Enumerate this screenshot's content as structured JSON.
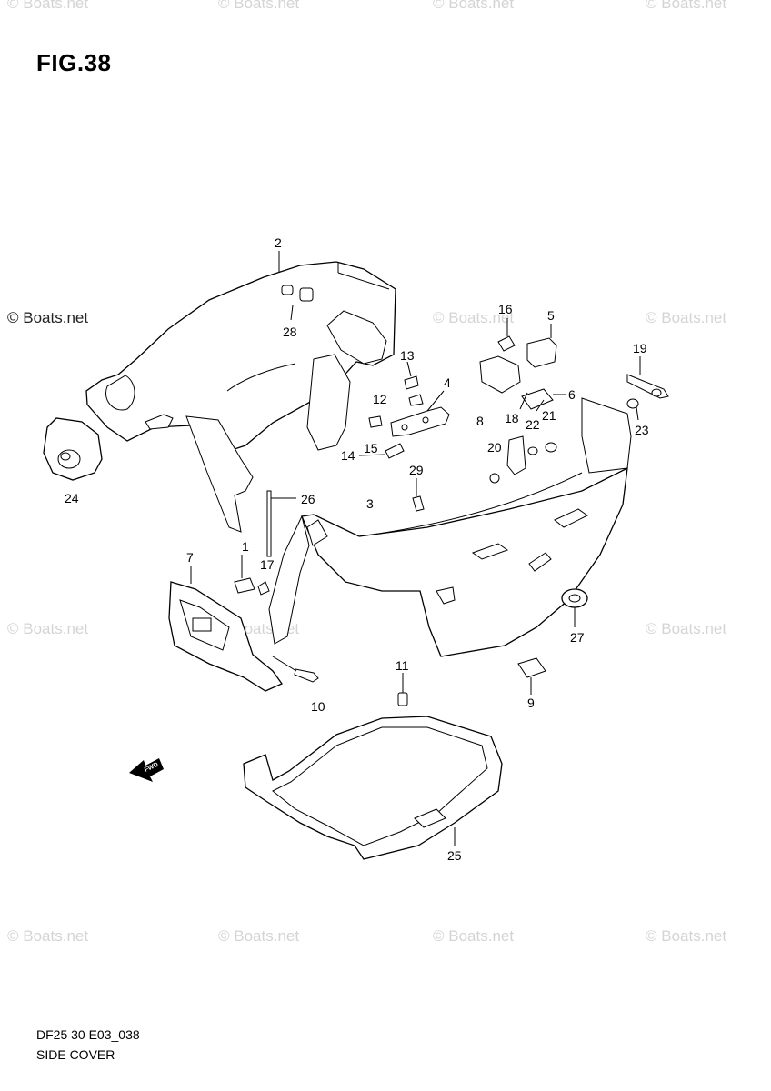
{
  "figure": {
    "title": "FIG.38",
    "drawing_code": "DF25 30 E03_038",
    "section_name": "SIDE COVER"
  },
  "watermark": {
    "text": "© Boats.net",
    "highlight_color": "#222222",
    "faint_color": "#d4d4d4"
  },
  "fwd_arrow": {
    "label": "FWD"
  },
  "callouts": {
    "p1": "1",
    "p2": "2",
    "p3": "3",
    "p4": "4",
    "p5": "5",
    "p6": "6",
    "p7": "7",
    "p8": "8",
    "p9": "9",
    "p10": "10",
    "p11": "11",
    "p12": "12",
    "p13": "13",
    "p14": "14",
    "p15": "15",
    "p16": "16",
    "p17": "17",
    "p18": "18",
    "p19": "19",
    "p20": "20",
    "p21": "21",
    "p22": "22",
    "p23": "23",
    "p24": "24",
    "p25": "25",
    "p26": "26",
    "p27": "27",
    "p28": "28",
    "p29": "29"
  }
}
